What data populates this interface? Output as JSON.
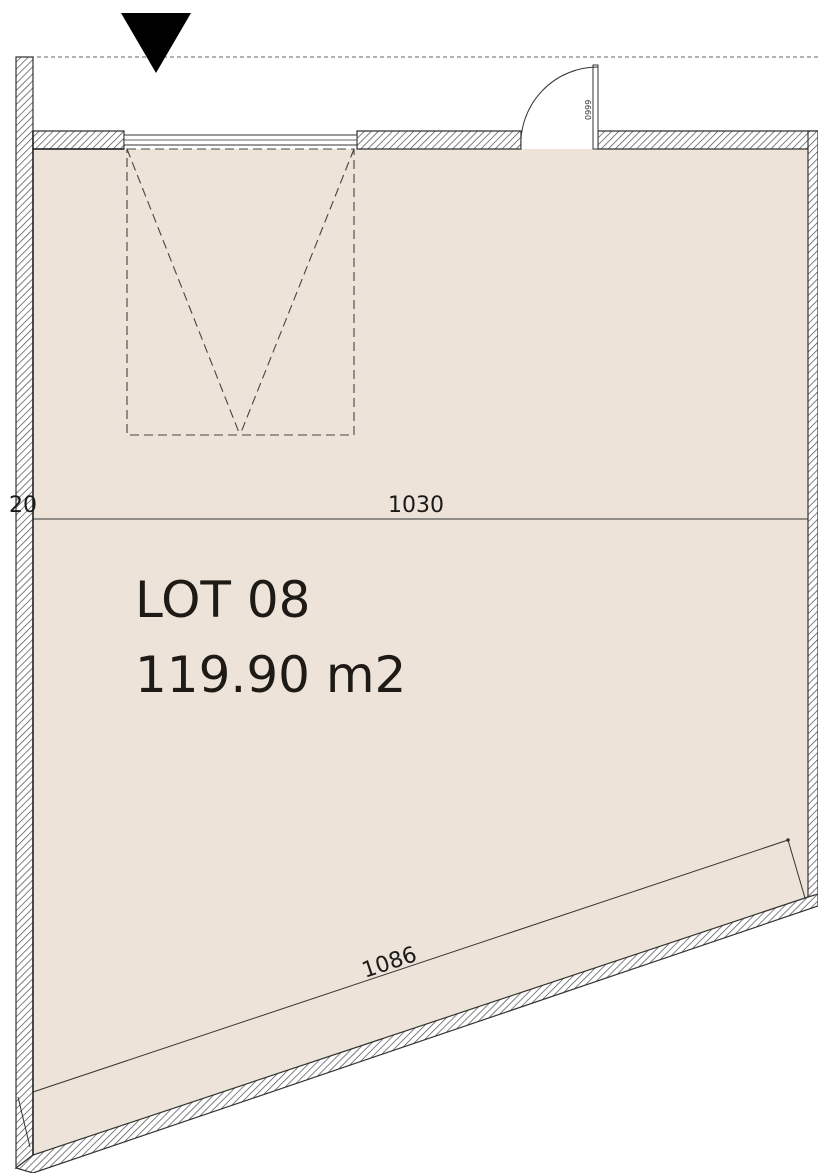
{
  "lot": {
    "name": "LOT 08",
    "area": "119.90 m2"
  },
  "dimensions": {
    "width_top": "1030",
    "width_diagonal": "1086",
    "left_fragment": "20",
    "door_label": "0999"
  },
  "colors": {
    "floor": "#ede3d8",
    "wall_fill": "#ffffff",
    "wall_line": "#333333",
    "hatch": "#555555",
    "text": "#1e1a16"
  },
  "icons": {
    "entry_marker": "down-triangle-icon"
  }
}
